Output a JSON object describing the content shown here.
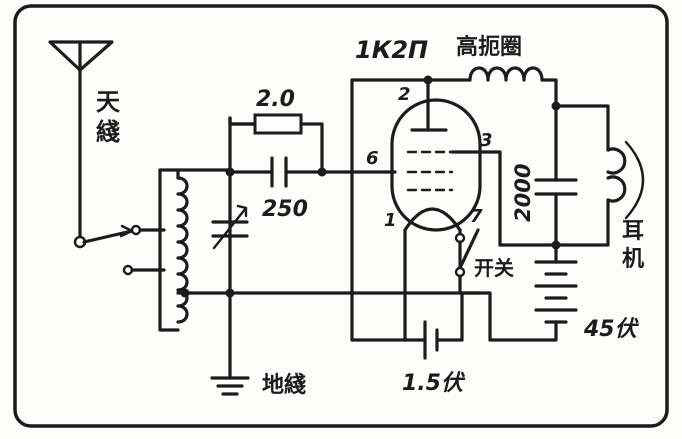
{
  "labels": {
    "antenna": "天綫",
    "tube": "1К2П",
    "choke": "高扼圈",
    "resistor": "2.0",
    "capacitor_grid": "250",
    "capacitor_bypass": "2000",
    "earphone": "耳机",
    "switch": "开关",
    "battery_b": "45伏",
    "battery_a": "1.5伏",
    "ground": "地綫",
    "pin_2": "2",
    "pin_3": "3",
    "pin_6": "6",
    "pin_1": "1",
    "pin_7": "7"
  },
  "colors": {
    "ink": "#1c1c1c",
    "paper": "#fdfdfb"
  }
}
